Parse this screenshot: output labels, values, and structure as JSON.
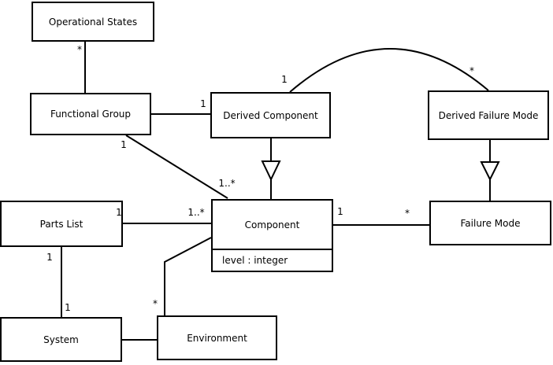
{
  "diagram": {
    "type": "uml-class-diagram",
    "background_color": "#ffffff",
    "line_color": "#000000",
    "text_color": "#000000",
    "classes": {
      "operational_states": {
        "label": "Operational States"
      },
      "functional_group": {
        "label": "Functional Group"
      },
      "derived_component": {
        "label": "Derived Component"
      },
      "derived_failure_mode": {
        "label": "Derived Failure Mode"
      },
      "parts_list": {
        "label": "Parts List"
      },
      "component": {
        "label": "Component",
        "attribute": "level : integer"
      },
      "failure_mode": {
        "label": "Failure Mode"
      },
      "system": {
        "label": "System"
      },
      "environment": {
        "label": "Environment"
      }
    },
    "multiplicities": {
      "operational_states_end": "*",
      "functional_group_derived_component_end": "1",
      "functional_group_component_source": "1",
      "functional_group_component_end": "1..*",
      "derived_component_arc_end": "1",
      "derived_failure_mode_arc_end": "*",
      "parts_list_end": "1",
      "parts_list_component_end": "1..*",
      "component_failure_mode_source": "1",
      "component_failure_mode_end": "*",
      "parts_list_system_source": "1",
      "parts_list_system_end": "1",
      "environment_component_end": "*"
    }
  }
}
